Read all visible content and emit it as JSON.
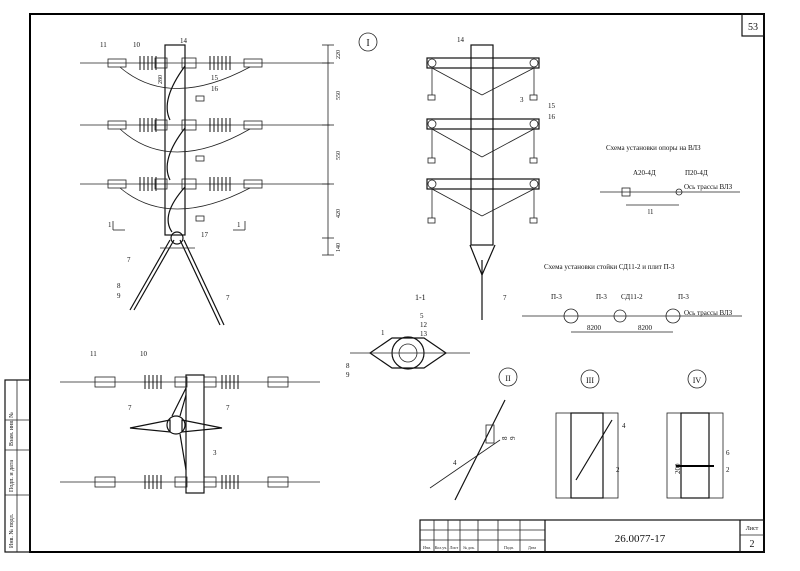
{
  "sheet": {
    "page_number": "53",
    "doc_code": "26.0077-17",
    "sheet_label": "Лист",
    "sheet_no": "2",
    "title_headers": [
      "Изм.",
      "Кол.уч.",
      "Лист",
      "№ док.",
      "Подп.",
      "Дата"
    ],
    "side_labels": [
      "Инв. № подл.",
      "Подп. и дата",
      "Взам. инв. №"
    ]
  },
  "views": {
    "main_roman": "I",
    "section": "1-1",
    "detail_2": "II",
    "detail_3": "III",
    "detail_4": "IV"
  },
  "left_view": {
    "labels": [
      "11",
      "10",
      "14",
      "15",
      "16",
      "17",
      "7",
      "8",
      "9",
      "7",
      "1",
      "1"
    ],
    "dims": [
      "220",
      "550",
      "550",
      "420",
      "140",
      "280"
    ]
  },
  "plan_view": {
    "labels": [
      "11",
      "10",
      "7",
      "7",
      "3"
    ]
  },
  "right_view": {
    "labels": [
      "14",
      "3",
      "15",
      "16",
      "7"
    ]
  },
  "section_view": {
    "labels": [
      "1",
      "5",
      "12",
      "13",
      "8",
      "9"
    ]
  },
  "detail2_labels": [
    "4",
    "8",
    "9"
  ],
  "detail3_labels": [
    "4",
    "2"
  ],
  "detail4_labels": [
    "6",
    "2",
    "200"
  ],
  "scheme1": {
    "title": "Схема установки опоры на ВЛЗ",
    "left_label": "А20-4Д",
    "right_label": "П20-4Д",
    "axis_label": "Ось трассы ВЛЗ",
    "span_label": "l1"
  },
  "scheme2": {
    "title": "Схема установки стойки СД11-2 и плит П-3",
    "labels": [
      "П-3",
      "П-3",
      "СД11-2",
      "П-3"
    ],
    "dims": [
      "8200",
      "8200"
    ],
    "axis_label": "Ось трассы ВЛЗ"
  }
}
